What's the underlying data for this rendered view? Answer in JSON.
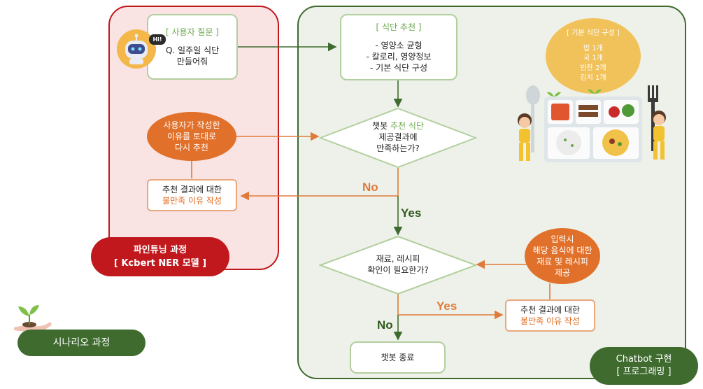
{
  "panels": {
    "fine_tuning": {
      "title": "파인튜닝 과정",
      "subtitle": "[ Kcbert NER 모델 ]"
    },
    "chatbot": {
      "title": "Chatbot 구현",
      "subtitle": "[ 프로그래밍 ]"
    }
  },
  "user_question": {
    "title": "[ 사용자 질문 ]",
    "line1": "Q. 일주일 식단",
    "line2": "만들어줘",
    "robot_badge": "Hi!"
  },
  "meal_recommend": {
    "title": "[ 식단 추천 ]",
    "items": [
      "- 영양소 균형",
      "- 칼로리, 영양정보",
      "-  기본 식단 구성"
    ]
  },
  "basic_menu": {
    "title": "[ 기본 식단 구성 ]",
    "items": [
      "밥 1개",
      "국 1개",
      "반찬 2개",
      "김치 1개"
    ]
  },
  "decision1": {
    "prefix": "챗봇",
    "highlight": "추천 식단",
    "line2": "제공결과에",
    "line3": "만족하는가?"
  },
  "re_recommend": {
    "line1": "사용자가 작성한",
    "line2": "이유를 토대로",
    "line3": "다시 추천"
  },
  "complaint1": {
    "line1": "추천 결과에 대한",
    "line2": "불만족 이유 작성"
  },
  "decision2": {
    "line1": "재료, 레시피",
    "line2": "확인이 필요한가?"
  },
  "ingredient_provide": {
    "line1": "입력시",
    "line2": "해당 음식에 대한",
    "line3": "재료 및 레시피",
    "line4": "제공"
  },
  "complaint2": {
    "line1": "추천 결과에 대한",
    "line2": "불만족 이유 작성"
  },
  "end": {
    "label": "챗봇 종료"
  },
  "edge_labels": {
    "no1": "No",
    "yes1": "Yes",
    "yes2": "Yes",
    "no2": "No"
  },
  "scenario": {
    "label": "시나리오 과정"
  },
  "colors": {
    "red": "#c0181c",
    "dark_green": "#3f6b2f",
    "orange": "#e0702a",
    "light_green": "#b3cf9e",
    "yellow": "#f2c25a"
  }
}
